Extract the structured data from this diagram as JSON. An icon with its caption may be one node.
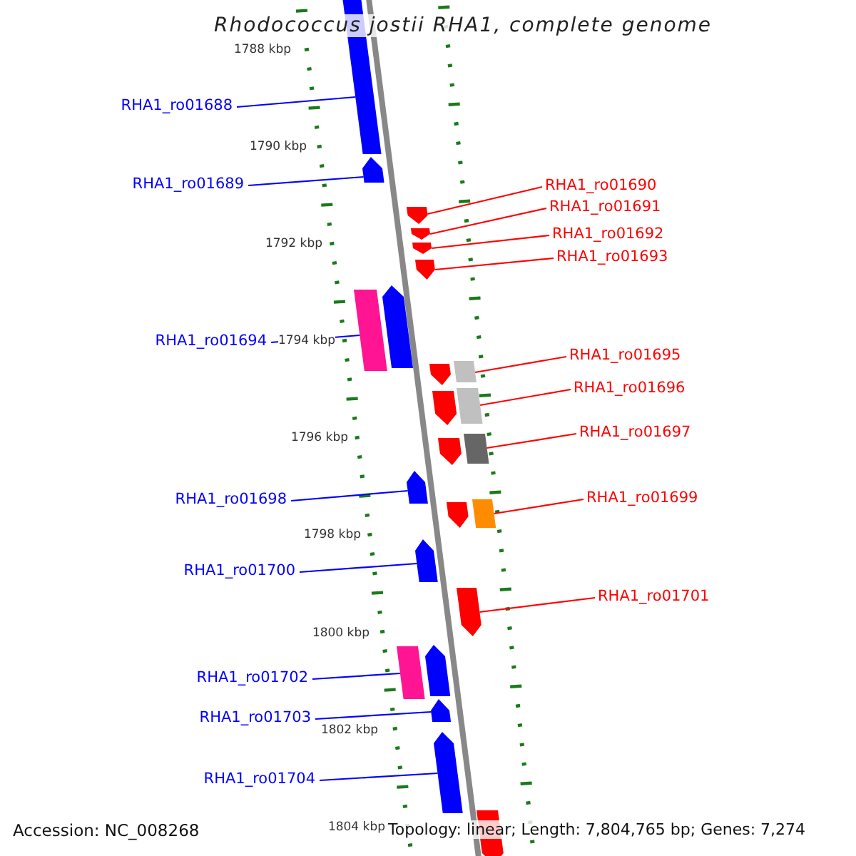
{
  "diagram": {
    "title": "Rhodococcus jostii RHA1, complete genome",
    "nodes": [
      {
        "text": [
          "RHA1_ro01688"
        ]
      },
      {
        "text": [
          "RHA1_ro01689"
        ]
      },
      {
        "text": [
          "RHA1_ro01690"
        ]
      },
      {
        "text": [
          "RHA1_ro01691"
        ]
      },
      {
        "text": [
          "RHA1_ro01692"
        ]
      },
      {
        "text": [
          "RHA1_ro01693"
        ]
      },
      {
        "text": [
          "RHA1_ro01694"
        ]
      },
      {
        "text": [
          "RHA1_ro01695"
        ]
      },
      {
        "text": [
          "RHA1_ro01696"
        ]
      },
      {
        "text": [
          "RHA1_ro01697"
        ]
      },
      {
        "text": [
          "RHA1_ro01698"
        ]
      },
      {
        "text": [
          "RHA1_ro01699"
        ]
      },
      {
        "text": [
          "RHA1_ro01700"
        ]
      },
      {
        "text": [
          "RHA1_ro01701"
        ]
      },
      {
        "text": [
          "RHA1_ro01702"
        ]
      },
      {
        "text": [
          "RHA1_ro01703"
        ]
      },
      {
        "text": [
          "RHA1_ro01704"
        ]
      },
      {
        "text": [],
        "shape": "pentagon"
      },
      {
        "text": [],
        "shape": "pentagon"
      },
      {
        "text": [],
        "shape": "pentagon"
      },
      {
        "text": [],
        "shape": "pentagon"
      },
      {
        "text": [],
        "shape": "pentagon"
      },
      {
        "text": [],
        "shape": "pentagon"
      },
      {
        "text": [],
        "shape": "box"
      },
      {
        "text": [],
        "shape": "pentagon"
      },
      {
        "text": [],
        "shape": "pentagon"
      },
      {
        "text": [],
        "shape": "box"
      },
      {
        "text": [],
        "shape": "pentagon"
      },
      {
        "text": [],
        "shape": "box"
      },
      {
        "text": [],
        "shape": "pentagon"
      },
      {
        "text": [],
        "shape": "box"
      },
      {
        "text": [],
        "shape": "pentagon"
      },
      {
        "text": [],
        "shape": "pentagon"
      },
      {
        "text": [],
        "shape": "box"
      },
      {
        "text": [],
        "shape": "pentagon"
      },
      {
        "text": [],
        "shape": "pentagon"
      },
      {
        "text": [],
        "shape": "box"
      },
      {
        "text": [],
        "shape": "pentagon"
      },
      {
        "text": [],
        "shape": "pentagon"
      },
      {
        "text": [],
        "shape": "pentagon"
      },
      {
        "text": [],
        "shape": "pentagon"
      }
    ],
    "edges": [
      {
        "from": 0,
        "to": 17,
        "arrow": "none",
        "color": "#0000ff"
      },
      {
        "from": 1,
        "to": 18,
        "arrow": "none",
        "color": "#0000ff"
      },
      {
        "from": 2,
        "to": 19,
        "arrow": "none"
      },
      {
        "from": 3,
        "to": 20,
        "arrow": "none"
      },
      {
        "from": 4,
        "to": 21,
        "arrow": "none"
      },
      {
        "from": 5,
        "to": 22,
        "arrow": "none"
      },
      {
        "from": 6,
        "to": 23,
        "arrow": "none",
        "color": "#0000ff"
      },
      {
        "from": 7,
        "to": 26,
        "arrow": "none"
      },
      {
        "from": 8,
        "to": 28,
        "arrow": "none"
      },
      {
        "from": 9,
        "to": 30,
        "arrow": "none"
      },
      {
        "from": 10,
        "to": 31,
        "arrow": "none",
        "color": "#0000ff"
      },
      {
        "from": 11,
        "to": 33,
        "arrow": "none"
      },
      {
        "from": 12,
        "to": 34,
        "arrow": "none",
        "color": "#0000ff"
      },
      {
        "from": 13,
        "to": 35,
        "arrow": "none"
      },
      {
        "from": 14,
        "to": 36,
        "arrow": "none",
        "color": "#0000ff"
      },
      {
        "from": 15,
        "to": 38,
        "arrow": "none",
        "color": "#0000ff"
      },
      {
        "from": 16,
        "to": 39,
        "arrow": "none",
        "color": "#0000ff"
      }
    ],
    "labels": [
      "1788 kbp",
      "1790 kbp",
      "1792 kbp",
      "1794 kbp",
      "1796 kbp",
      "1798 kbp",
      "1800 kbp",
      "1802 kbp",
      "1804 kbp",
      "Accession: NC_008268",
      "Topology: linear; Length: 7,804,765 bp; Genes: 7,274"
    ]
  }
}
